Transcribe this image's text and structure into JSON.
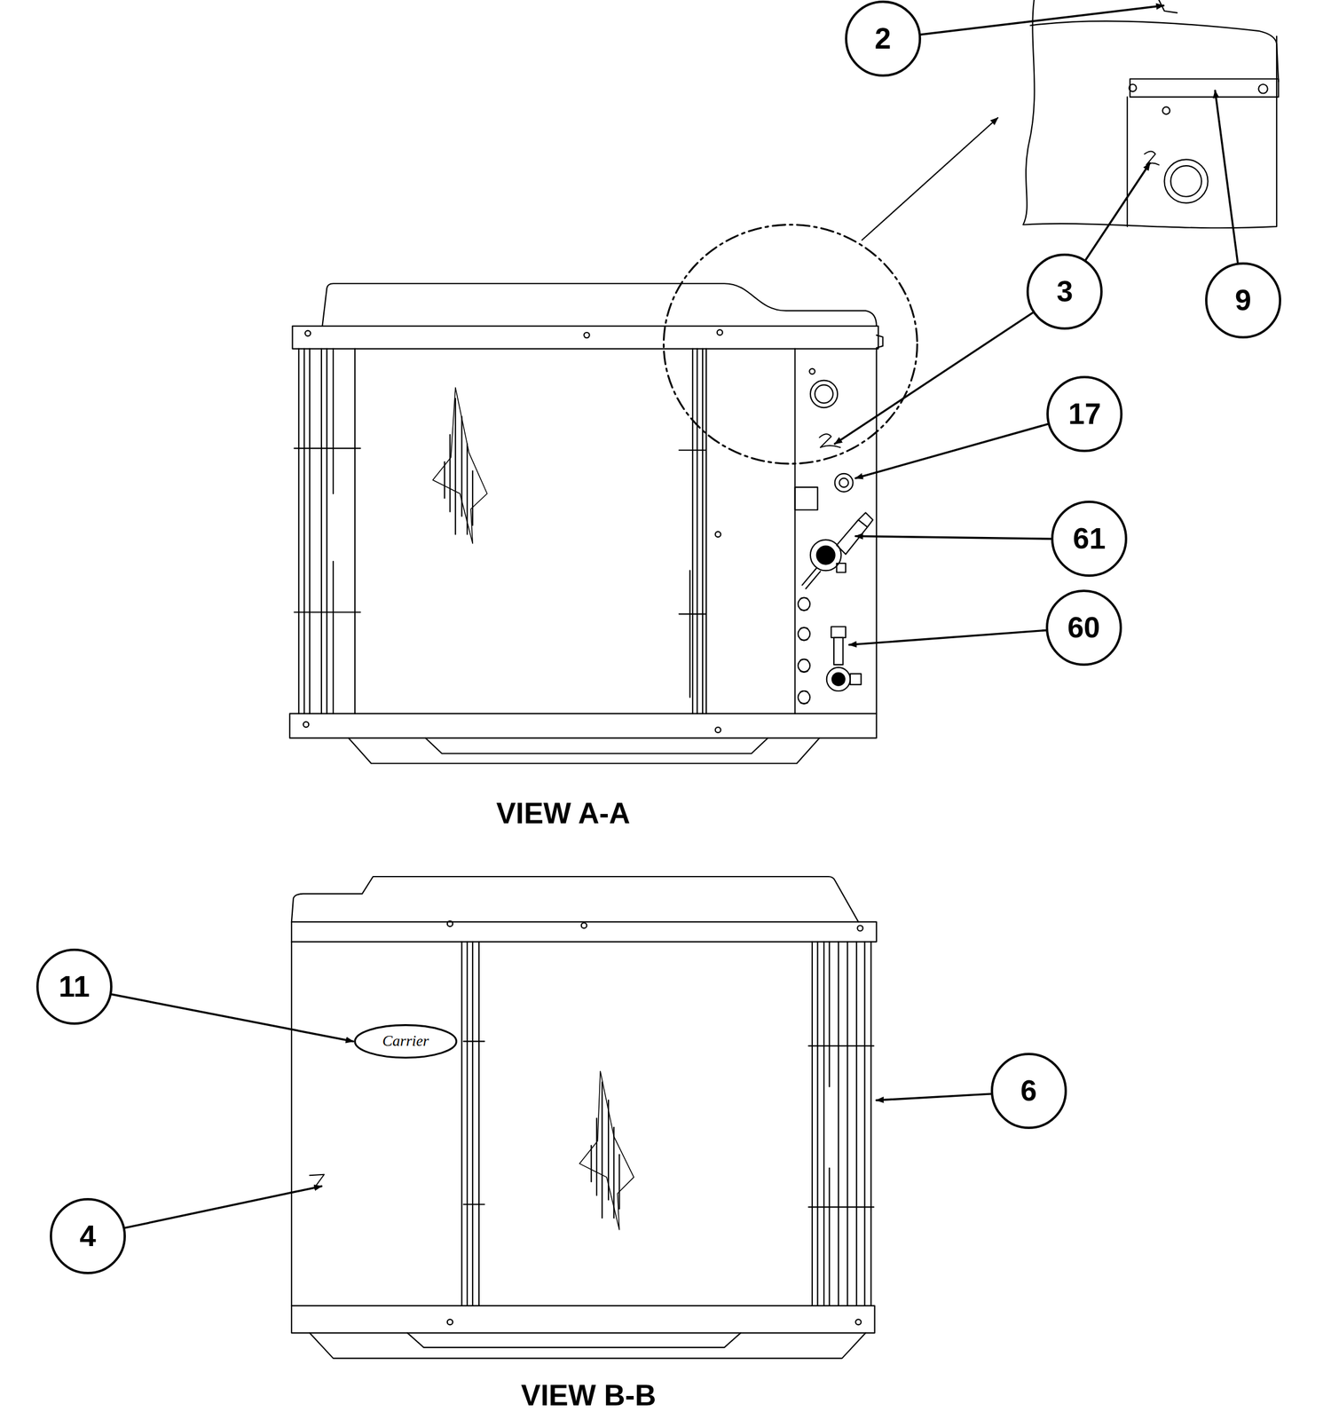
{
  "diagram": {
    "nodes": [
      {
        "text": [
          "2"
        ]
      },
      {
        "text": [
          "3"
        ]
      },
      {
        "text": [
          "9"
        ]
      },
      {
        "text": [
          "17"
        ]
      },
      {
        "text": [
          "61"
        ]
      },
      {
        "text": [
          "60"
        ]
      },
      {
        "text": [
          "11"
        ]
      },
      {
        "text": [
          "6"
        ]
      },
      {
        "text": [
          "4"
        ]
      }
    ],
    "labels": [
      "VIEW A-A",
      "VIEW B-B",
      "Carrier"
    ]
  }
}
